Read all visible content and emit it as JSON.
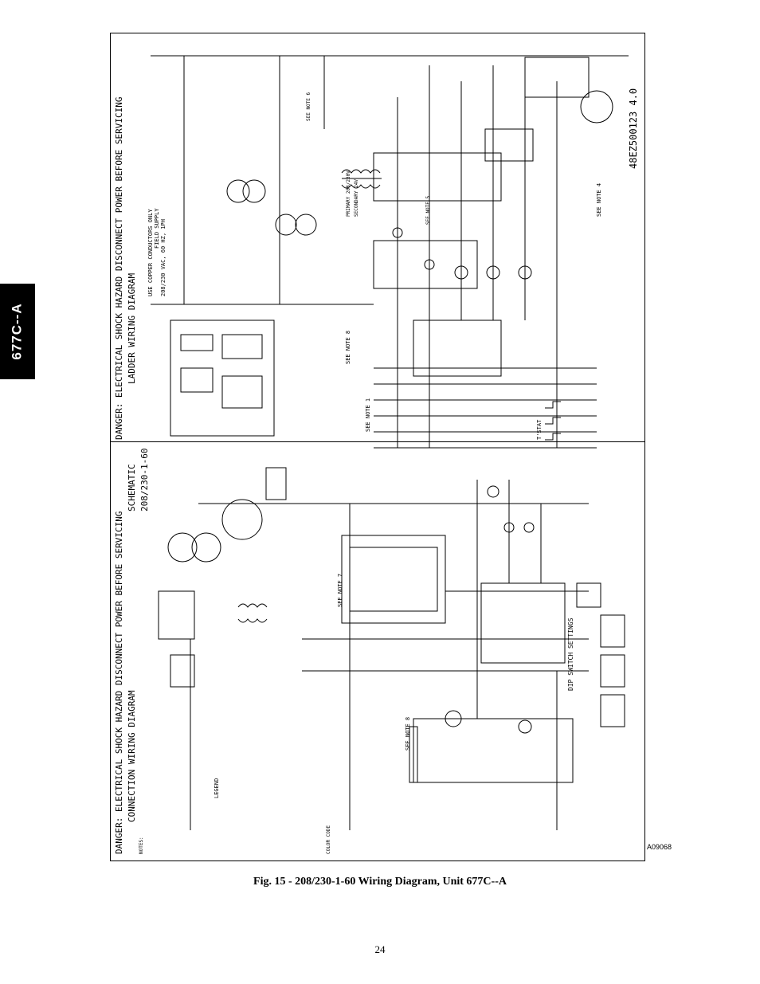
{
  "side_tab": {
    "label": "677C--A"
  },
  "ladder": {
    "title": "LADDER WIRING DIAGRAM",
    "danger": "DANGER: ELECTRICAL SHOCK HAZARD DISCONNECT POWER BEFORE SERVICING",
    "part_number": "48EZ500123 4.0",
    "power_note": "USE COPPER CONDUCTORS ONLY",
    "supply_note": "FIELD SUPPLY",
    "voltage": "208/230 VAC, 60 HZ, 1PH",
    "transformer_primary": "PRIMARY 208/230V",
    "transformer_secondary": "SECONDARY 24V",
    "tstat_label": "T'STAT",
    "note_1": "SEE NOTE 1",
    "note_4": "SEE NOTE 4",
    "note_5": "SEE NOTE 5",
    "note_6": "SEE NOTE 6",
    "note_8": "SEE NOTE 8"
  },
  "connection": {
    "title": "CONNECTION WIRING DIAGRAM",
    "danger": "DANGER: ELECTRICAL SHOCK HAZARD DISCONNECT POWER BEFORE SERVICING",
    "schematic": "SCHEMATIC",
    "voltage": "208/230-1-60",
    "dip_title": "DIP SWITCH SETTINGS",
    "notes_title": "NOTES:",
    "legend_title": "LEGEND",
    "color_code_title": "COLOR CODE",
    "note_7": "SEE NOTE 7",
    "note_8": "SEE NOTE 8"
  },
  "figure_code": "A09068",
  "caption": "Fig. 15 - 208/230-1-60 Wiring Diagram, Unit 677C--A",
  "page_number": "24"
}
